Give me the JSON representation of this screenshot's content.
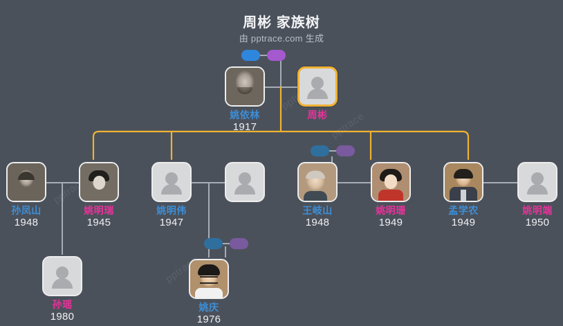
{
  "header": {
    "title": "周彬 家族树",
    "subtitle": "由 pptrace.com 生成"
  },
  "watermark": {
    "text": "pptrace"
  },
  "colors": {
    "background": "#4b515b",
    "male_name": "#3d8fd8",
    "female_name": "#e8339a",
    "year": "#f0f1f3",
    "parent_connector": "#f0b232",
    "spouse_connector": "#a7adb6",
    "focus_border": "#f0b232",
    "card_fill": "#d8d9da",
    "pill_male": "#2f6f9e",
    "pill_female": "#7a5a9e"
  },
  "generations": [
    {
      "label": "generation-1",
      "people": [
        {
          "id": "yao-yilin",
          "name": "姚依林",
          "year": "1917",
          "gender": "male",
          "avatar": "photo-bw-portrait",
          "focused": false
        },
        {
          "id": "zhou-bin",
          "name": "周彬",
          "year": "",
          "gender": "female",
          "avatar": "placeholder-person",
          "focused": true
        }
      ]
    },
    {
      "label": "generation-2",
      "people": [
        {
          "id": "sun-fengshan",
          "name": "孙凤山",
          "year": "1948",
          "gender": "male",
          "avatar": "photo-bw-portrait",
          "focused": false
        },
        {
          "id": "yao-mingrui",
          "name": "姚明瑞",
          "year": "1945",
          "gender": "female",
          "avatar": "photo-bw-portrait",
          "focused": false
        },
        {
          "id": "yao-mingwei",
          "name": "姚明伟",
          "year": "1947",
          "gender": "male",
          "avatar": "placeholder-person",
          "focused": false
        },
        {
          "id": "yao-mingwei-spouse",
          "name": "",
          "year": "",
          "gender": "unknown",
          "avatar": "placeholder-person",
          "focused": false
        },
        {
          "id": "wang-qishan",
          "name": "王岐山",
          "year": "1948",
          "gender": "male",
          "avatar": "photo-color-portrait",
          "focused": false
        },
        {
          "id": "yao-mingshan",
          "name": "姚明珊",
          "year": "1949",
          "gender": "female",
          "avatar": "photo-color-portrait",
          "focused": false
        },
        {
          "id": "meng-xuenong",
          "name": "孟学农",
          "year": "1949",
          "gender": "male",
          "avatar": "photo-color-portrait",
          "focused": false
        },
        {
          "id": "yao-mingduan",
          "name": "姚明端",
          "year": "1950",
          "gender": "female",
          "avatar": "placeholder-person",
          "focused": false
        }
      ]
    },
    {
      "label": "generation-3",
      "people": [
        {
          "id": "sun-yao",
          "name": "孙瑶",
          "year": "1980",
          "gender": "female",
          "avatar": "placeholder-person",
          "focused": false
        },
        {
          "id": "yao-qing",
          "name": "姚庆",
          "year": "1976",
          "gender": "male",
          "avatar": "photo-color-portrait",
          "focused": false
        }
      ]
    }
  ],
  "marriage_badges": [
    {
      "id": "badge-top",
      "male_label": "male-pill",
      "female_label": "female-pill",
      "style": "bright"
    },
    {
      "id": "badge-wang",
      "male_label": "male-pill",
      "female_label": "female-pill",
      "style": "muted"
    },
    {
      "id": "badge-yaoqing",
      "male_label": "male-pill",
      "female_label": "female-pill",
      "style": "muted"
    }
  ]
}
